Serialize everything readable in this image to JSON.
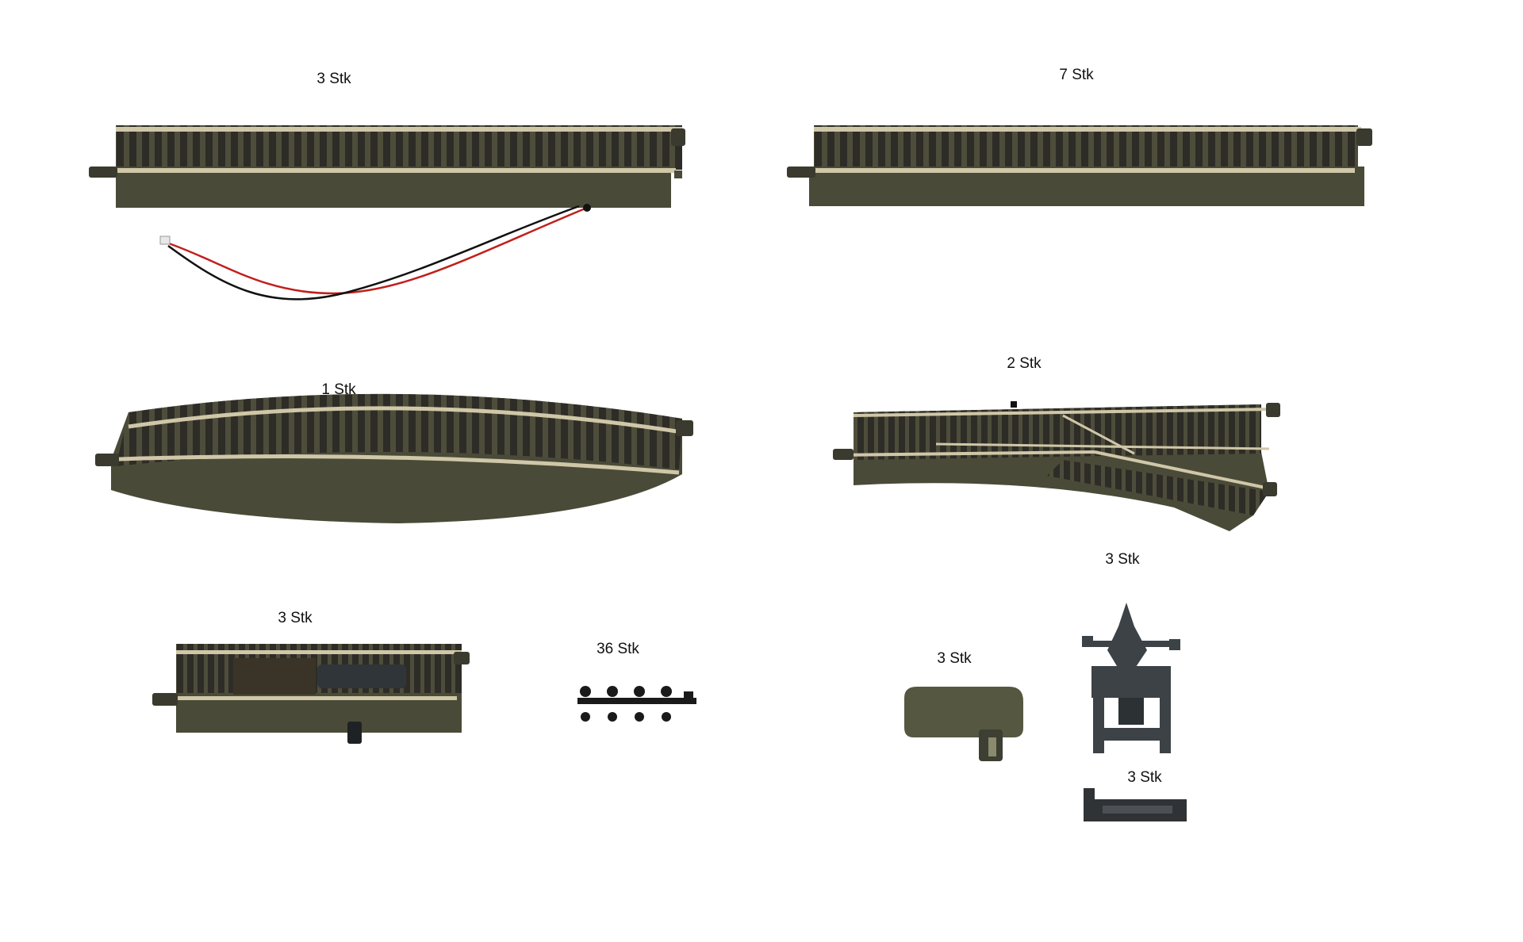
{
  "quantity_labels": {
    "straight_feeder_track": "3 Stk",
    "straight_track": "7 Stk",
    "curved_track": "1 Stk",
    "turnout": "2 Stk",
    "uncoupler_track": "3 Stk",
    "rail_joiners": "36 Stk",
    "buffer_cap": "3 Stk",
    "turnout_motor": "3 Stk",
    "mounting_plate": "3 Stk"
  },
  "colors": {
    "background": "#ffffff",
    "ballast": "#4a4a38",
    "sleeper": "#2e2c26",
    "rail": "#cfc7a8",
    "wire_red": "#c0201c",
    "wire_black": "#111111",
    "plastic": "#3c4246"
  }
}
